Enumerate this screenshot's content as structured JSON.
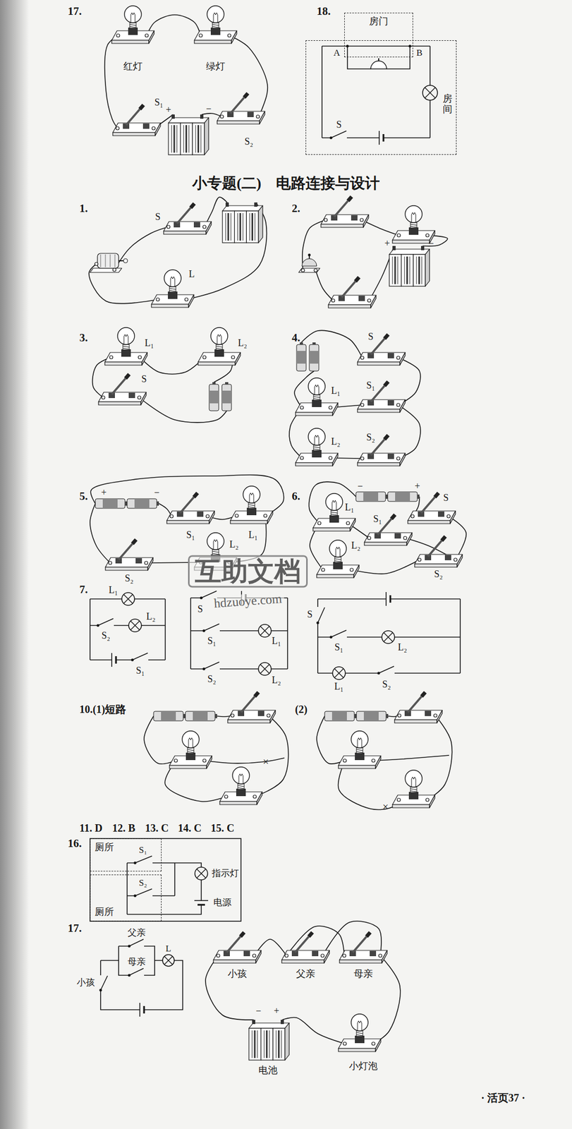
{
  "diagram": {
    "title": "小专题(二)　电路连接与设计",
    "nodes": [
      {
        "text": [
          "房门"
        ]
      },
      {
        "text": [
          "房间"
        ]
      },
      {
        "text": [
          "厕所"
        ]
      },
      {
        "text": [
          "厕所"
        ]
      }
    ],
    "labels": [
      "17.",
      "红灯",
      "绿灯",
      "S₁",
      "+",
      "−",
      "S₂",
      "18.",
      "A",
      "B",
      "S",
      "1.",
      "S",
      "L",
      "2.",
      "+",
      "−",
      "3.",
      "L₁",
      "L₂",
      "S",
      "4.",
      "S",
      "L₁",
      "S₁",
      "L₂",
      "S₂",
      "5.",
      "+",
      "−",
      "S₁",
      "L₁",
      "S₂",
      "L₂",
      "6.",
      "−",
      "+",
      "L₁",
      "S₁",
      "S",
      "S₂",
      "L₂",
      "7.",
      "L₁",
      "S₂",
      "L₂",
      "S₁",
      "S",
      "S₁",
      "L₁",
      "S₂",
      "L₂",
      "S",
      "S₁",
      "L₂",
      "L₁",
      "S₂",
      "10.(1)短路",
      "×",
      "(2)",
      "×",
      "11. D",
      "12. B",
      "13. C",
      "14. C",
      "15. C",
      "16.",
      "S₁",
      "S₂",
      "指示灯",
      "电源",
      "17.",
      "父亲",
      "小孩",
      "母亲",
      "L",
      "小孩",
      "父亲",
      "母亲",
      "−",
      "+",
      "电池",
      "小灯泡",
      "互助文档",
      "hdzuoye.com",
      "· 活页37 ·"
    ]
  }
}
